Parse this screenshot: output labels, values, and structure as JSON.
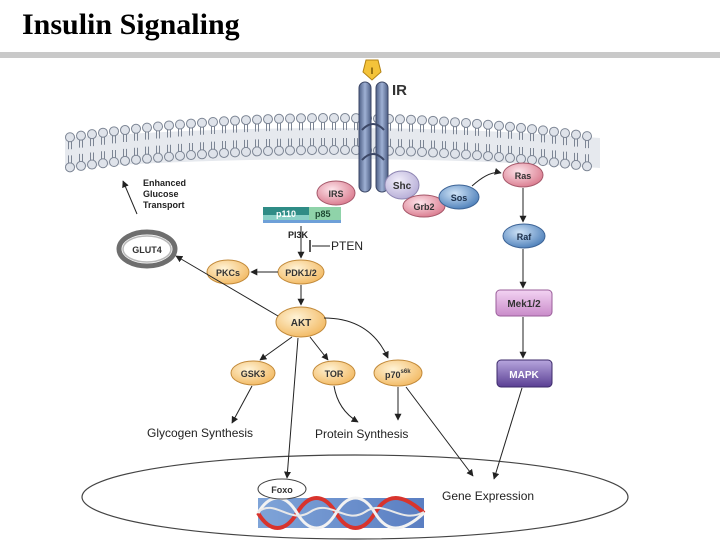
{
  "title": "Insulin Signaling",
  "insulin_label": "I",
  "receptor_label": "IR",
  "enhanced": [
    "Enhanced",
    "Glucose",
    "Transport"
  ],
  "nodes": {
    "irs": "IRS",
    "p110": "p110",
    "p85": "p85",
    "pi3k": "PI3K",
    "pten": "PTEN",
    "shc": "Shc",
    "grb2": "Grb2",
    "sos": "Sos",
    "ras": "Ras",
    "raf": "Raf",
    "mek": "Mek1/2",
    "mapk": "MAPK",
    "glut4": "GLUT4",
    "pkcs": "PKCs",
    "pdk": "PDK1/2",
    "akt": "AKT",
    "gsk3": "GSK3",
    "tor": "TOR",
    "p70": "p70",
    "p70_sup": "s6k",
    "foxo": "Foxo"
  },
  "outcomes": {
    "glycogen": "Glycogen Synthesis",
    "protein": "Protein Synthesis",
    "gene": "Gene Expression"
  },
  "colors": {
    "membrane": "#9fa8b4",
    "receptor": "#6e7fa8",
    "orange": "#f5c97a",
    "pink": "#e79aa8",
    "blue": "#5f8fc4",
    "purple": "#7a64a8",
    "mek": "#d9a6d9"
  }
}
